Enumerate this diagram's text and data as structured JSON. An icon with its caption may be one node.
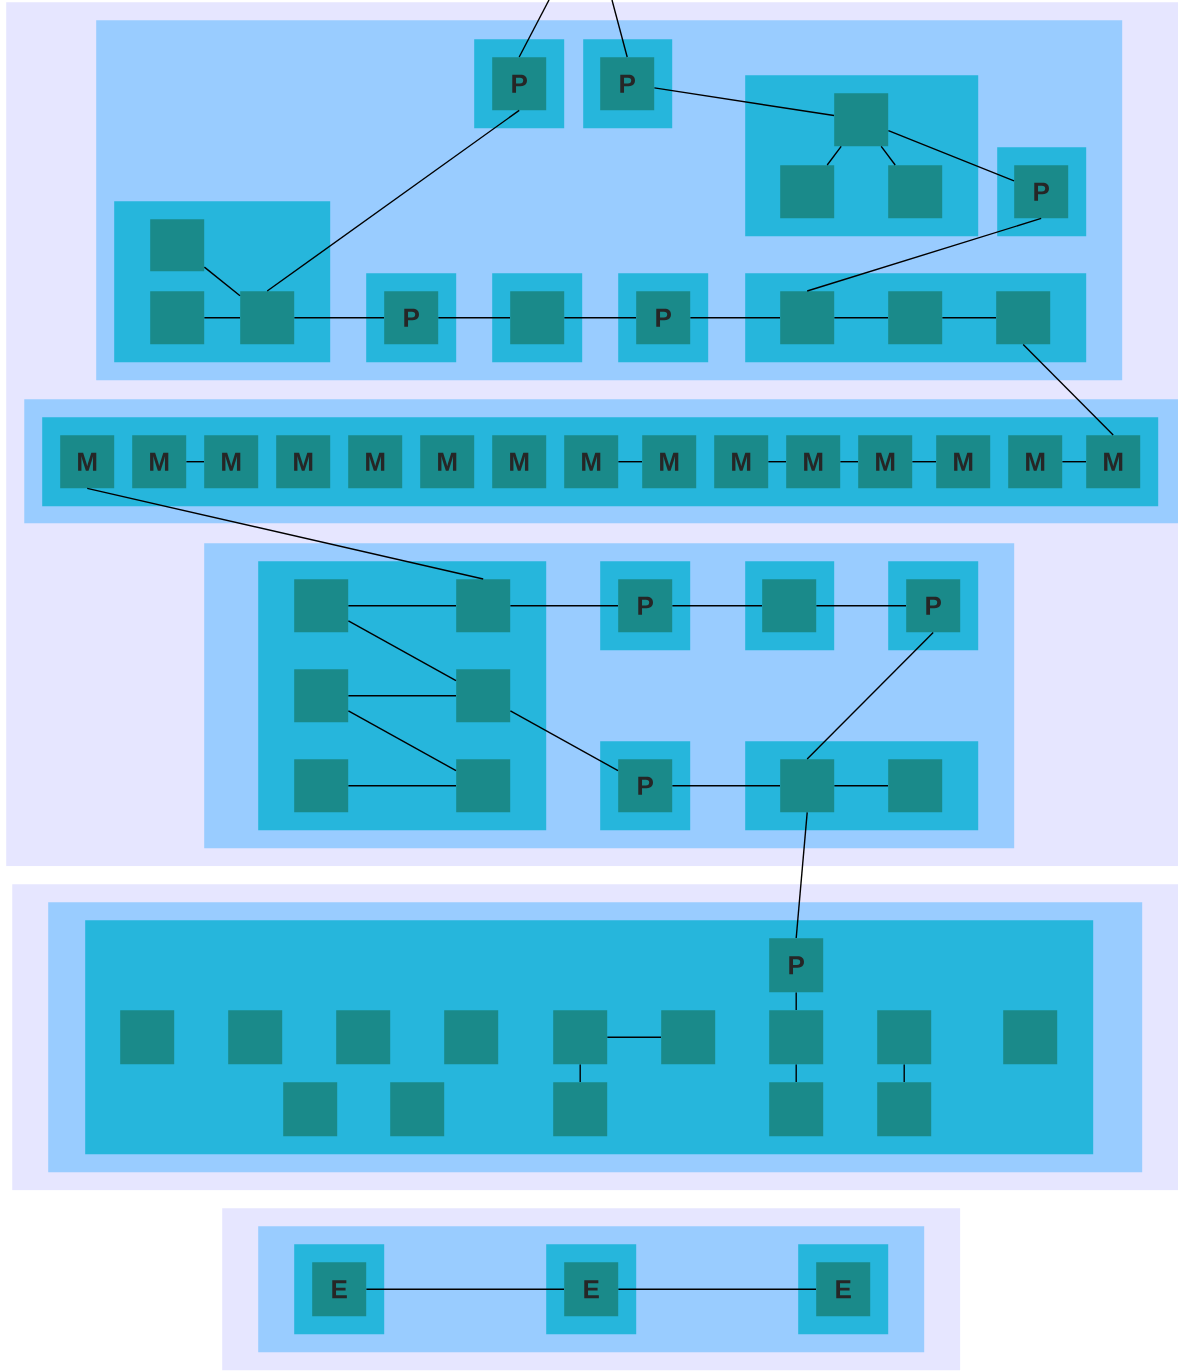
{
  "diagram": {
    "nodes": [
      {
        "text": [],
        "shape": "box"
      },
      {
        "text": [],
        "shape": "box",
        "in": 0
      },
      {
        "text": [],
        "shape": "box",
        "in": 1
      },
      {
        "text": [
          "P"
        ],
        "in": 2
      },
      {
        "text": [],
        "shape": "box",
        "in": 1
      },
      {
        "text": [
          "P"
        ],
        "in": 4
      },
      {
        "text": [],
        "shape": "box",
        "in": 1
      },
      {
        "text": [],
        "shape": "box",
        "in": 6
      },
      {
        "text": [],
        "shape": "box",
        "in": 6
      },
      {
        "text": [],
        "shape": "box",
        "in": 6
      },
      {
        "text": [],
        "shape": "box",
        "in": 1
      },
      {
        "text": [
          "P"
        ],
        "in": 10
      },
      {
        "text": [],
        "shape": "box",
        "in": 1
      },
      {
        "text": [],
        "shape": "box",
        "in": 12
      },
      {
        "text": [],
        "shape": "box",
        "in": 12
      },
      {
        "text": [],
        "shape": "box",
        "in": 12
      },
      {
        "text": [],
        "shape": "box",
        "in": 1
      },
      {
        "text": [
          "P"
        ],
        "in": 16
      },
      {
        "text": [],
        "shape": "box",
        "in": 1
      },
      {
        "text": [],
        "shape": "box",
        "in": 18
      },
      {
        "text": [],
        "shape": "box",
        "in": 1
      },
      {
        "text": [
          "P"
        ],
        "in": 20
      },
      {
        "text": [],
        "shape": "box",
        "in": 1
      },
      {
        "text": [],
        "shape": "box",
        "in": 22
      },
      {
        "text": [],
        "shape": "box",
        "in": 22
      },
      {
        "text": [],
        "shape": "box",
        "in": 22
      },
      {
        "text": [],
        "shape": "box",
        "in": 0
      },
      {
        "text": [],
        "shape": "box",
        "in": 26
      },
      {
        "text": [
          "M"
        ],
        "in": 27
      },
      {
        "text": [
          "M"
        ],
        "in": 27
      },
      {
        "text": [
          "M"
        ],
        "in": 27
      },
      {
        "text": [
          "M"
        ],
        "in": 27
      },
      {
        "text": [
          "M"
        ],
        "in": 27
      },
      {
        "text": [
          "M"
        ],
        "in": 27
      },
      {
        "text": [
          "M"
        ],
        "in": 27
      },
      {
        "text": [
          "M"
        ],
        "in": 27
      },
      {
        "text": [
          "M"
        ],
        "in": 27
      },
      {
        "text": [
          "M"
        ],
        "in": 27
      },
      {
        "text": [
          "M"
        ],
        "in": 27
      },
      {
        "text": [
          "M"
        ],
        "in": 27
      },
      {
        "text": [
          "M"
        ],
        "in": 27
      },
      {
        "text": [
          "M"
        ],
        "in": 27
      },
      {
        "text": [
          "M"
        ],
        "in": 27
      },
      {
        "text": [],
        "shape": "box",
        "in": 0
      },
      {
        "text": [],
        "shape": "box",
        "in": 43
      },
      {
        "text": [],
        "shape": "box",
        "in": 44
      },
      {
        "text": [],
        "shape": "box",
        "in": 44
      },
      {
        "text": [],
        "shape": "box",
        "in": 44
      },
      {
        "text": [],
        "shape": "box",
        "in": 44
      },
      {
        "text": [],
        "shape": "box",
        "in": 44
      },
      {
        "text": [],
        "shape": "box",
        "in": 44
      },
      {
        "text": [],
        "shape": "box",
        "in": 43
      },
      {
        "text": [
          "P"
        ],
        "in": 51
      },
      {
        "text": [],
        "shape": "box",
        "in": 43
      },
      {
        "text": [],
        "shape": "box",
        "in": 53
      },
      {
        "text": [],
        "shape": "box",
        "in": 43
      },
      {
        "text": [
          "P"
        ],
        "in": 55
      },
      {
        "text": [],
        "shape": "box",
        "in": 43
      },
      {
        "text": [
          "P"
        ],
        "in": 57
      },
      {
        "text": [],
        "shape": "box",
        "in": 43
      },
      {
        "text": [],
        "shape": "box",
        "in": 59
      },
      {
        "text": [],
        "shape": "box",
        "in": 59
      },
      {
        "text": [],
        "shape": "box"
      },
      {
        "text": [],
        "shape": "box",
        "in": 62
      },
      {
        "text": [],
        "shape": "box",
        "in": 63
      },
      {
        "text": [
          "P"
        ],
        "in": 64
      },
      {
        "text": [],
        "shape": "box",
        "in": 64
      },
      {
        "text": [],
        "shape": "box",
        "in": 64
      },
      {
        "text": [],
        "shape": "box",
        "in": 64
      },
      {
        "text": [],
        "shape": "box",
        "in": 64
      },
      {
        "text": [],
        "shape": "box",
        "in": 64
      },
      {
        "text": [],
        "shape": "box",
        "in": 64
      },
      {
        "text": [],
        "shape": "box",
        "in": 64
      },
      {
        "text": [],
        "shape": "box",
        "in": 64
      },
      {
        "text": [],
        "shape": "box",
        "in": 64
      },
      {
        "text": [],
        "shape": "box",
        "in": 64
      },
      {
        "text": [],
        "shape": "box",
        "in": 64
      },
      {
        "text": [],
        "shape": "box",
        "in": 64
      },
      {
        "text": [],
        "shape": "box",
        "in": 64
      },
      {
        "text": [],
        "shape": "box",
        "in": 64
      },
      {
        "text": [],
        "shape": "box"
      },
      {
        "text": [],
        "shape": "box",
        "in": 80
      },
      {
        "text": [],
        "shape": "box",
        "in": 81
      },
      {
        "text": [
          "E"
        ],
        "in": 82
      },
      {
        "text": [],
        "shape": "box",
        "in": 81
      },
      {
        "text": [
          "E"
        ],
        "in": 84
      },
      {
        "text": [],
        "shape": "box",
        "in": 81
      },
      {
        "text": [
          "E"
        ],
        "in": 86
      }
    ],
    "edges": [
      {
        "from": null,
        "to": 3,
        "arrow": "none"
      },
      {
        "from": null,
        "to": 5,
        "arrow": "none"
      },
      {
        "from": 3,
        "to": 15,
        "arrow": "none"
      },
      {
        "from": 5,
        "to": 7,
        "arrow": "none"
      },
      {
        "from": 7,
        "to": 8,
        "arrow": "none"
      },
      {
        "from": 7,
        "to": 9,
        "arrow": "none"
      },
      {
        "from": 7,
        "to": 11,
        "arrow": "none"
      },
      {
        "from": 11,
        "to": 23,
        "arrow": "none"
      },
      {
        "from": 13,
        "to": 15,
        "arrow": "none"
      },
      {
        "from": 14,
        "to": 15,
        "arrow": "none"
      },
      {
        "from": 15,
        "to": 17,
        "arrow": "none"
      },
      {
        "from": 17,
        "to": 19,
        "arrow": "none"
      },
      {
        "from": 19,
        "to": 21,
        "arrow": "none"
      },
      {
        "from": 21,
        "to": 23,
        "arrow": "none"
      },
      {
        "from": 23,
        "to": 24,
        "arrow": "none"
      },
      {
        "from": 24,
        "to": 25,
        "arrow": "none"
      },
      {
        "from": 25,
        "to": 42,
        "arrow": "none"
      },
      {
        "from": 29,
        "to": 30,
        "arrow": "none"
      },
      {
        "from": 35,
        "to": 36,
        "arrow": "none"
      },
      {
        "from": 37,
        "to": 38,
        "arrow": "none"
      },
      {
        "from": 38,
        "to": 39,
        "arrow": "none"
      },
      {
        "from": 39,
        "to": 40,
        "arrow": "none"
      },
      {
        "from": 41,
        "to": 42,
        "arrow": "none"
      },
      {
        "from": 28,
        "to": 46,
        "arrow": "none"
      },
      {
        "from": 45,
        "to": 46,
        "arrow": "none"
      },
      {
        "from": 45,
        "to": 48,
        "arrow": "none"
      },
      {
        "from": 47,
        "to": 48,
        "arrow": "none"
      },
      {
        "from": 47,
        "to": 50,
        "arrow": "none"
      },
      {
        "from": 49,
        "to": 50,
        "arrow": "none"
      },
      {
        "from": 46,
        "to": 52,
        "arrow": "none"
      },
      {
        "from": 52,
        "to": 54,
        "arrow": "none"
      },
      {
        "from": 54,
        "to": 56,
        "arrow": "none"
      },
      {
        "from": 48,
        "to": 58,
        "arrow": "none"
      },
      {
        "from": 58,
        "to": 60,
        "arrow": "none"
      },
      {
        "from": 60,
        "to": 61,
        "arrow": "none"
      },
      {
        "from": 56,
        "to": 60,
        "arrow": "none"
      },
      {
        "from": 60,
        "to": 65,
        "arrow": "none"
      },
      {
        "from": 65,
        "to": 72,
        "arrow": "none"
      },
      {
        "from": 70,
        "to": 71,
        "arrow": "none"
      },
      {
        "from": 70,
        "to": 77,
        "arrow": "none"
      },
      {
        "from": 72,
        "to": 78,
        "arrow": "none"
      },
      {
        "from": 73,
        "to": 79,
        "arrow": "none"
      },
      {
        "from": 83,
        "to": 85,
        "arrow": "none"
      },
      {
        "from": 85,
        "to": 87,
        "arrow": "none"
      }
    ]
  }
}
